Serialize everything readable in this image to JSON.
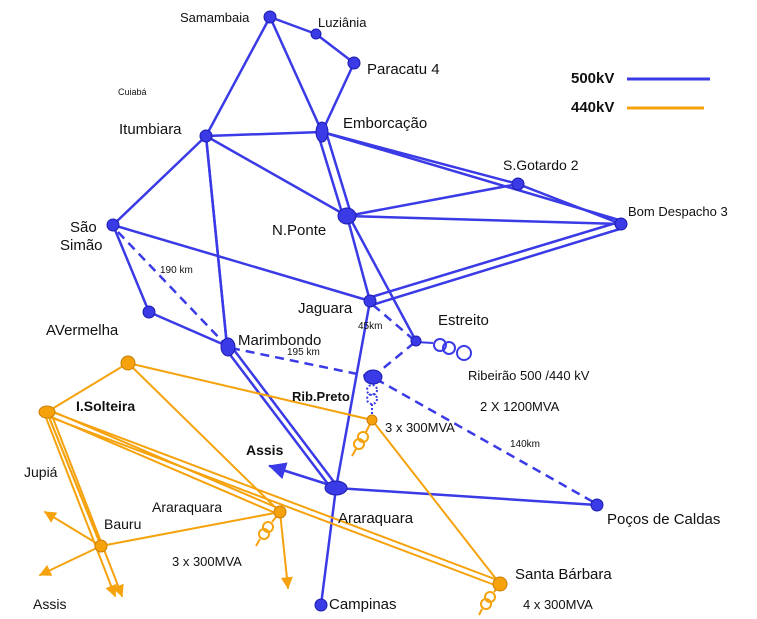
{
  "legend": {
    "items": [
      {
        "label": "500kV",
        "color": "#3a3ae6"
      },
      {
        "label": "440kV",
        "color": "#f5a20c"
      }
    ]
  },
  "substations": {
    "samambaia": "Samambaia",
    "luziania": "Luziânia",
    "paracatu": "Paracatu 4",
    "cuiaba": "Cuiabá",
    "itumbiara": "Itumbiara",
    "emborcacao": "Emborcação",
    "sgotardo": "S.Gotardo 2",
    "bomdespacho": "Bom Despacho 3",
    "saosimao_1": "São",
    "saosimao_2": "Simão",
    "nponte": "N.Ponte",
    "jaguara": "Jaguara",
    "estreito": "Estreito",
    "avermelha": "AVermelha",
    "marimbondo": "Marimbondo",
    "ribeirao": "Ribeirão  500 /440 kV",
    "ribpreto": "Rib.Preto",
    "isolteira": "I.Solteira",
    "assis_arrow": "Assis",
    "jupia": "Jupiá",
    "bauru": "Bauru",
    "araraquara_440": "Araraquara",
    "araraquara_500": "Araraquara",
    "pocos": "Poços de Caldas",
    "santabarbara": "Santa Bárbara",
    "assis_bottom": "Assis",
    "campinas": "Campinas"
  },
  "annotations": {
    "km190": "190 km",
    "km45": "45km",
    "km195": "195 km",
    "km140": "140km",
    "ribeirao_transformers": "2 X 1200MVA",
    "ribpreto_transformers": "3 x 300MVA",
    "araraquara_transformers": "3 x 300MVA",
    "santabarbara_transformers": "4 x 300MVA"
  },
  "colors": {
    "kv500": "#3a3ae6",
    "kv440": "#f5a20c"
  }
}
